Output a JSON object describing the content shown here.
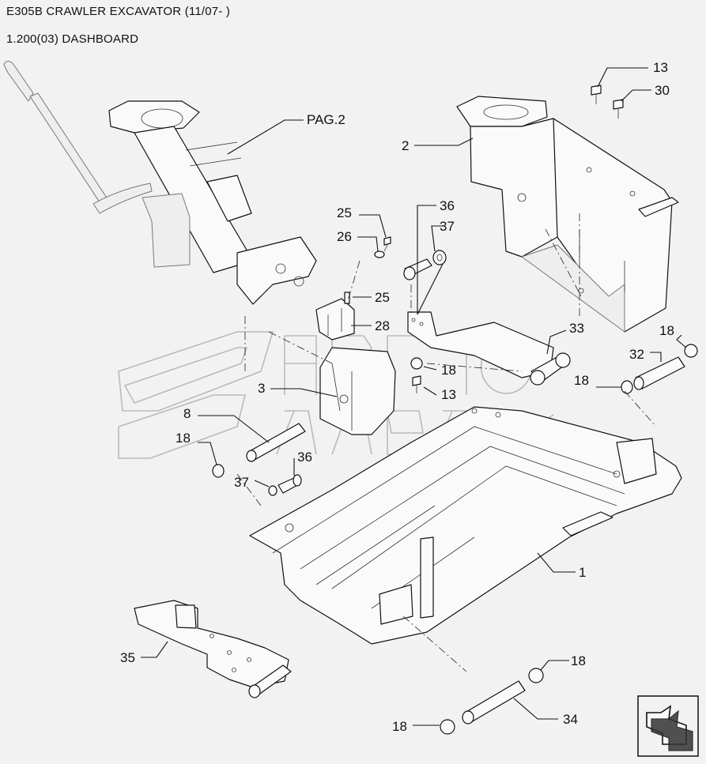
{
  "header": {
    "title": "E305B CRAWLER EXCAVATOR (11/07- )",
    "subtitle": "1.200(03) DASHBOARD"
  },
  "callouts": {
    "pag2": "PAG.2",
    "c2": "2",
    "c13a": "13",
    "c30": "30",
    "c36a": "36",
    "c37a": "37",
    "c25a": "25",
    "c26": "26",
    "c25b": "25",
    "c28": "28",
    "c33": "33",
    "c18a": "18",
    "c32": "32",
    "c18b": "18",
    "c18c": "18",
    "c13b": "13",
    "c3": "3",
    "c8": "8",
    "c18d": "18",
    "c36b": "36",
    "c37b": "37",
    "c1": "1",
    "c35": "35",
    "c18e": "18",
    "c18f": "18",
    "c34": "34"
  },
  "icons": {
    "nav": "next-page-arrow-icon"
  }
}
